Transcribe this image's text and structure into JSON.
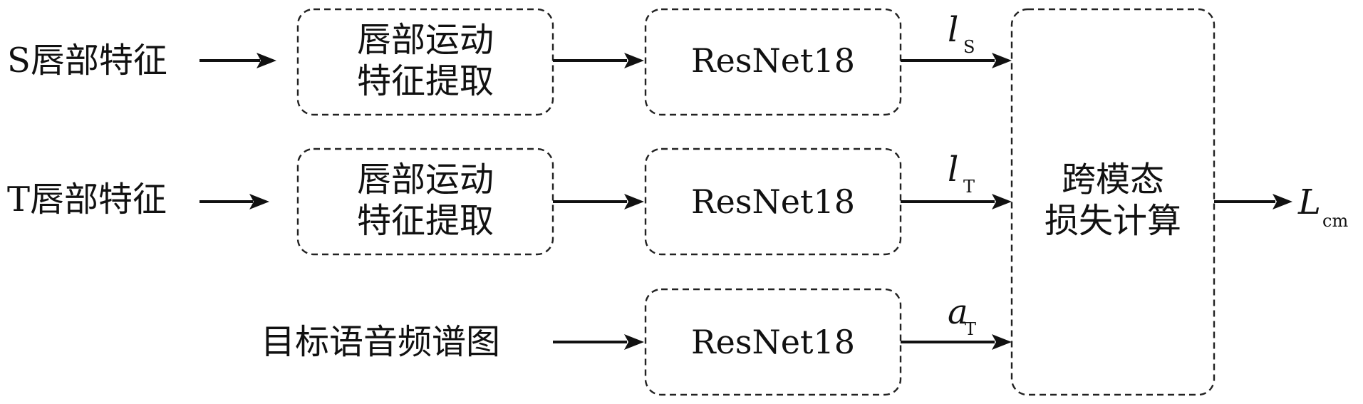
{
  "inputs": {
    "s_lip": "S唇部特征",
    "t_lip": "T唇部特征",
    "target_spec": "目标语音频谱图"
  },
  "extract_boxes": {
    "s": {
      "line1": "唇部运动",
      "line2": "特征提取"
    },
    "t": {
      "line1": "唇部运动",
      "line2": "特征提取"
    }
  },
  "resnet_boxes": {
    "s": "ResNet18",
    "t": "ResNet18",
    "a": "ResNet18"
  },
  "edge_labels": {
    "l_s": {
      "var": "l",
      "sub": "S"
    },
    "l_t": {
      "var": "l",
      "sub": "T"
    },
    "a_t": {
      "var": "a",
      "sub": "T"
    }
  },
  "loss_box": {
    "line1": "跨模态",
    "line2": "损失计算"
  },
  "output": {
    "var": "L",
    "sub": "cm"
  }
}
